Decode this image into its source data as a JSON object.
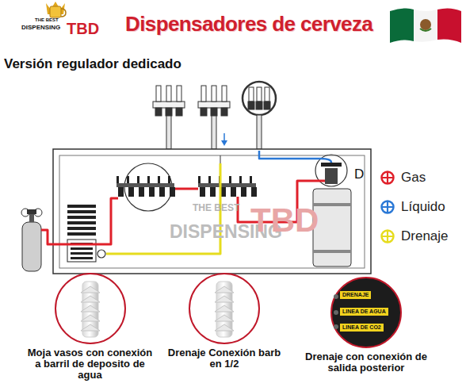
{
  "diagram": {
    "title": "Dispensadores de cerveza",
    "nodes": [
      {
        "text": [
          "Moja vasos con conexión a barril de deposito de agua"
        ]
      },
      {
        "text": [
          "Drenaje Conexión barb en 1/2"
        ]
      },
      {
        "text": [
          "Drenaje con conexión de salida posterior"
        ]
      }
    ],
    "labels": [
      "Versión regulador dedicado",
      "THE BEST",
      "DISPENSING",
      "TBD",
      "THE BEST",
      "DISPENSING",
      "TBD",
      "D",
      "DRENAJE",
      "LINEA DE AGUA",
      "LINEA DE CO2"
    ],
    "legend": [
      {
        "text": "Gas",
        "color": "#e0202a"
      },
      {
        "text": "Líquido",
        "color": "#2a78d6"
      },
      {
        "text": "Drenaje",
        "color": "#e6dc1e"
      }
    ]
  }
}
